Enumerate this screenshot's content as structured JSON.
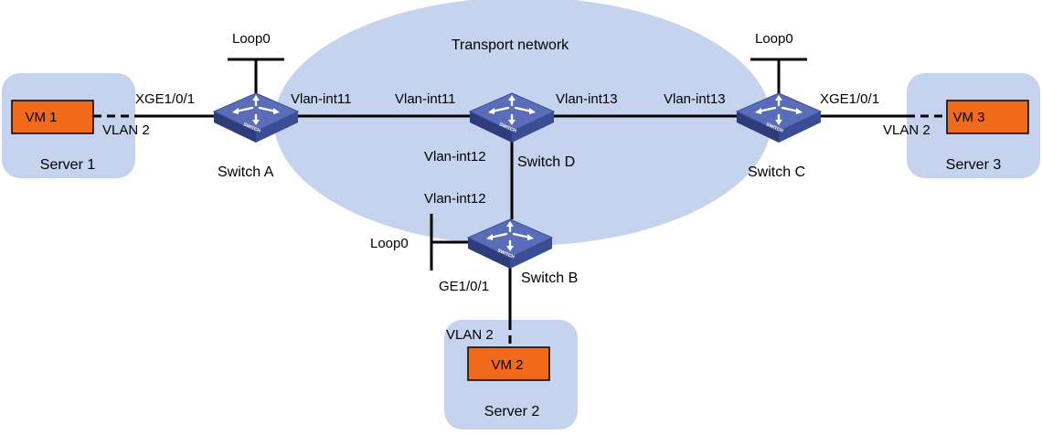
{
  "colors": {
    "transport_cloud": "#c5d3ee",
    "server_box": "#c5d3ee",
    "vm_fill": "#f06a1a",
    "switch_top": "#5a6db8",
    "switch_side": "#2e3c7c",
    "link": "#000000"
  },
  "transport": {
    "label": "Transport network"
  },
  "switches": {
    "a": {
      "label": "Switch A",
      "icon_text": "SWITCH",
      "loop_label": "Loop0",
      "icon": "switch-icon"
    },
    "b": {
      "label": "Switch B",
      "icon_text": "SWITCH",
      "loop_label": "Loop0",
      "icon": "switch-icon"
    },
    "c": {
      "label": "Switch C",
      "icon_text": "SWITCH",
      "loop_label": "Loop0",
      "icon": "switch-icon"
    },
    "d": {
      "label": "Switch D",
      "icon_text": "SWITCH",
      "icon": "switch-icon"
    }
  },
  "servers": {
    "s1": {
      "label": "Server 1",
      "vm": "VM 1",
      "vlan": "VLAN 2",
      "port": "XGE1/0/1"
    },
    "s2": {
      "label": "Server 2",
      "vm": "VM 2",
      "vlan": "VLAN 2",
      "port": "GE1/0/1"
    },
    "s3": {
      "label": "Server 3",
      "vm": "VM 3",
      "vlan": "VLAN 2",
      "port": "XGE1/0/1"
    }
  },
  "interfaces": {
    "a_d_left": "Vlan-int11",
    "a_d_right": "Vlan-int11",
    "d_c_left": "Vlan-int13",
    "d_c_right": "Vlan-int13",
    "d_b_top": "Vlan-int12",
    "d_b_bottom": "Vlan-int12"
  }
}
